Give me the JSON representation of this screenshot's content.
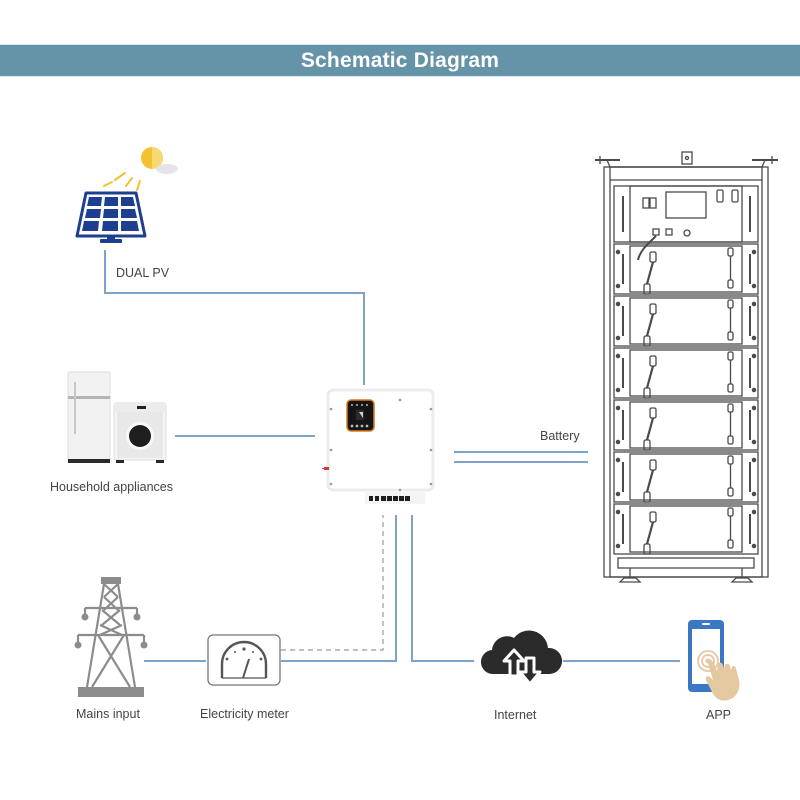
{
  "header": {
    "title": "Schematic Diagram"
  },
  "colors": {
    "banner": "#6593a8",
    "wire": "#7fa3c8",
    "solar_panel": "#1e3f8f",
    "sun": "#f2c230",
    "tower": "#8c8c8c",
    "cloud": "#2b2b2b",
    "phone": "#3b78c4",
    "hand": "#e3c8a0",
    "inverter_screen_border": "#e07a1f"
  },
  "nodes": {
    "pv": {
      "label": "DUAL PV",
      "icon": "solar-panel-icon"
    },
    "appliances": {
      "label": "Household appliances",
      "icon": "appliances-icon"
    },
    "inverter": {
      "label": "",
      "icon": "inverter-icon"
    },
    "battery": {
      "label": "Battery",
      "icon": "battery-rack-icon"
    },
    "mains": {
      "label": "Mains input",
      "icon": "power-tower-icon"
    },
    "meter": {
      "label": "Electricity meter",
      "icon": "meter-icon"
    },
    "internet": {
      "label": "Internet",
      "icon": "cloud-icon"
    },
    "app": {
      "label": "APP",
      "icon": "smartphone-icon"
    }
  },
  "connections": [
    {
      "from": "pv",
      "to": "inverter",
      "style": "solid"
    },
    {
      "from": "appliances",
      "to": "inverter",
      "style": "solid"
    },
    {
      "from": "inverter",
      "to": "battery",
      "style": "double"
    },
    {
      "from": "mains",
      "to": "meter",
      "style": "solid"
    },
    {
      "from": "meter",
      "to": "inverter",
      "style": "solid"
    },
    {
      "from": "meter",
      "to": "inverter",
      "style": "dashed"
    },
    {
      "from": "inverter",
      "to": "internet",
      "style": "solid"
    },
    {
      "from": "internet",
      "to": "app",
      "style": "solid"
    }
  ]
}
